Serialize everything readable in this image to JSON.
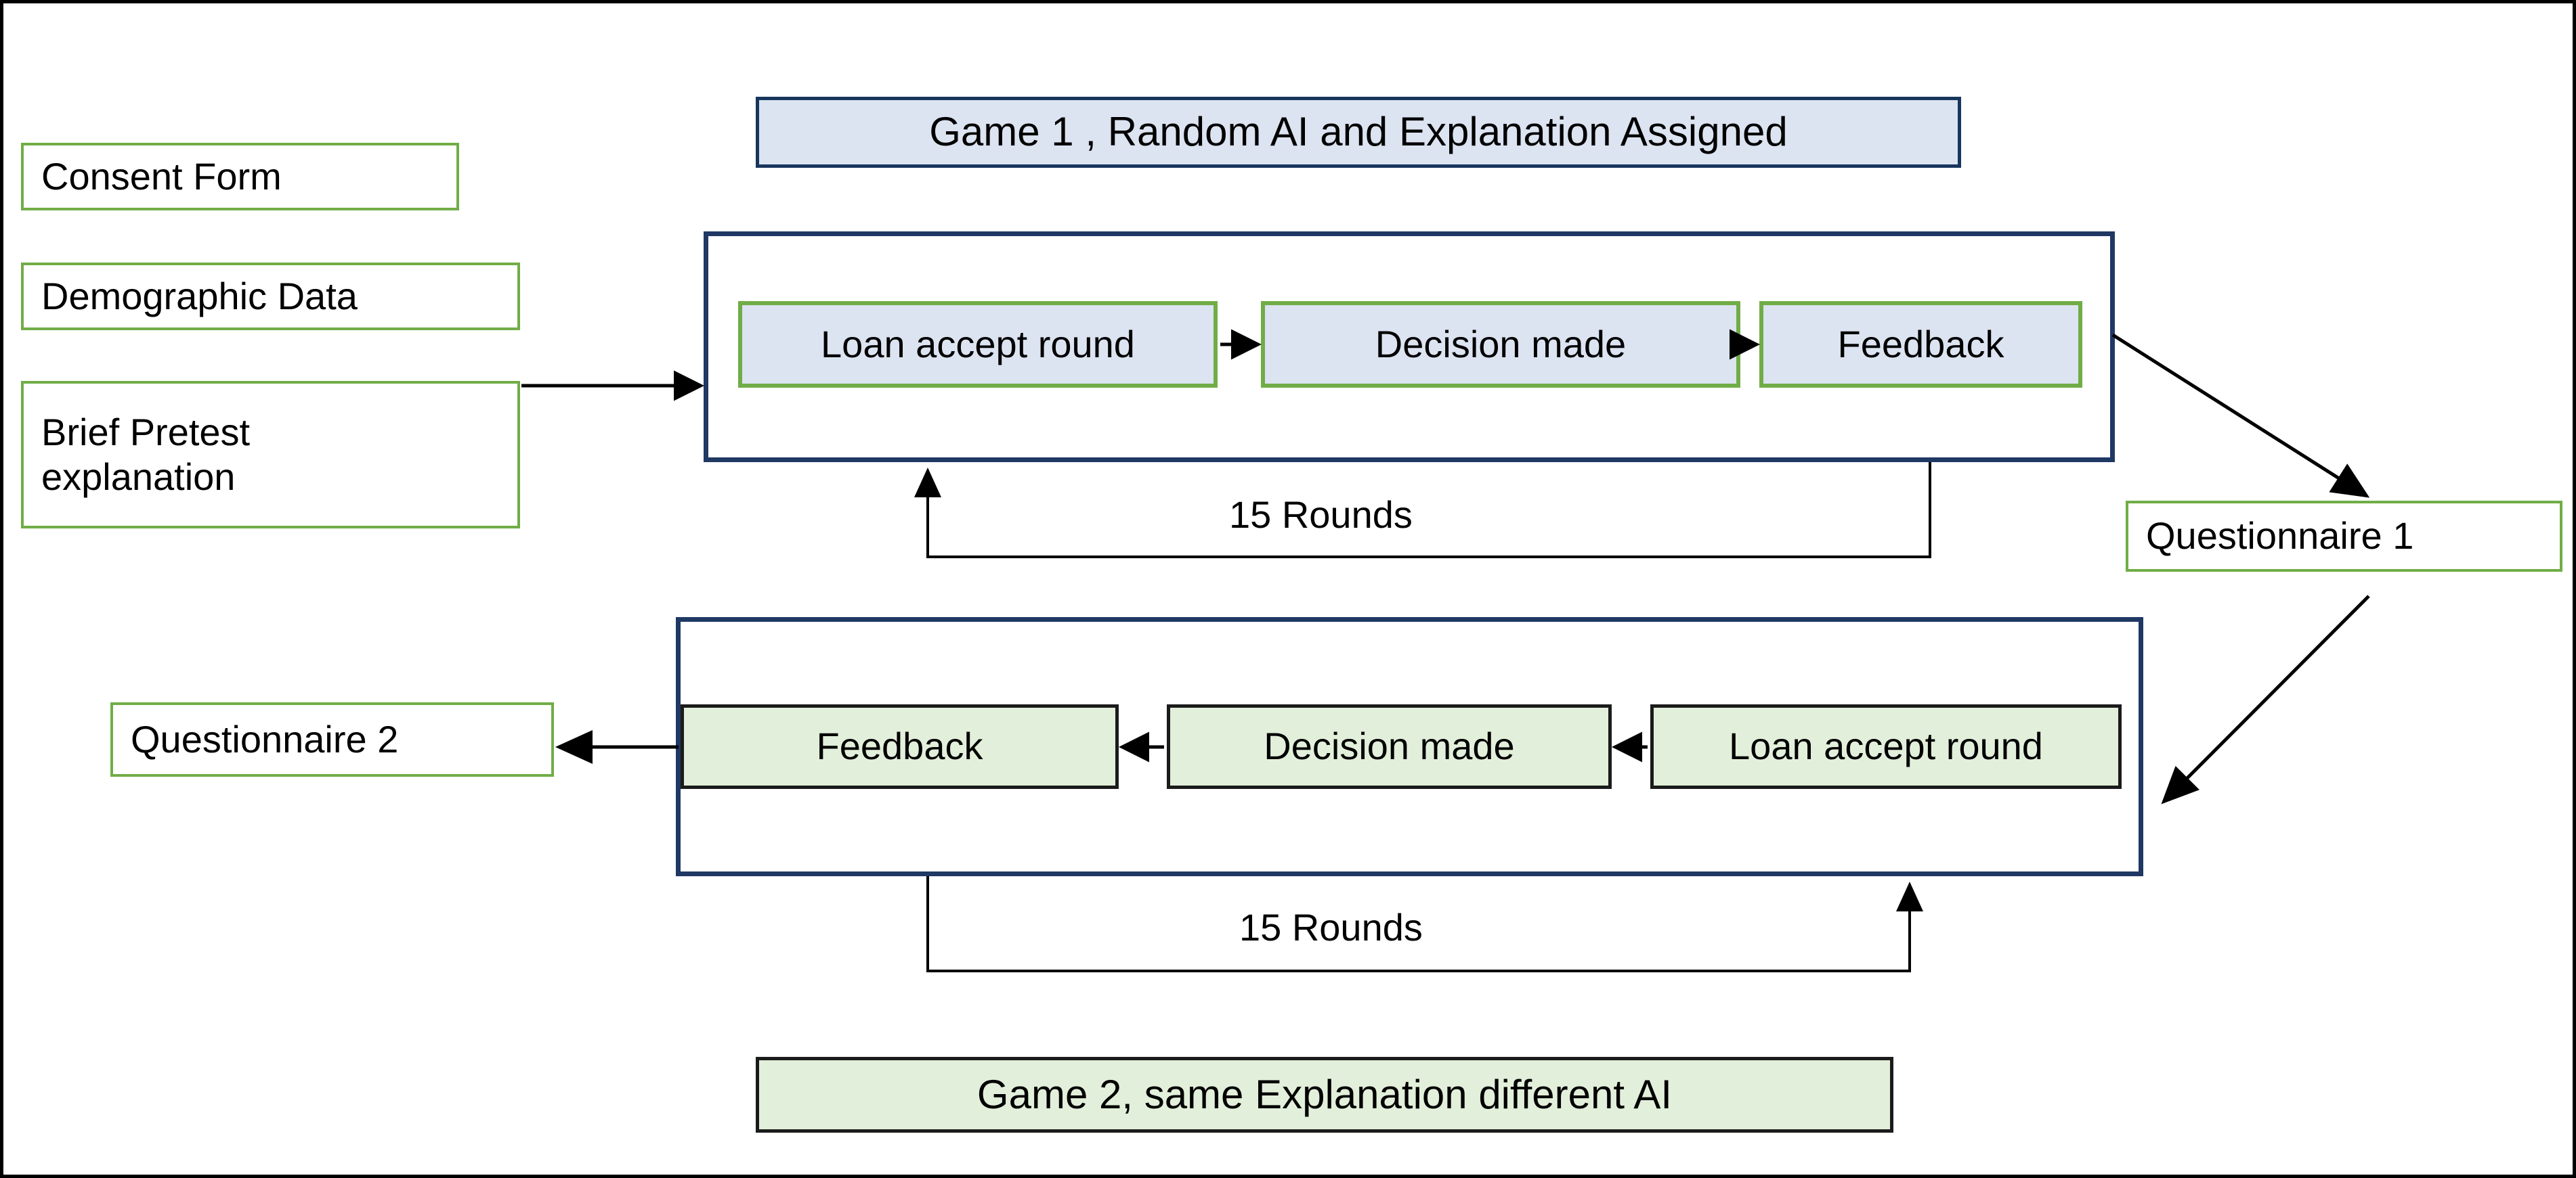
{
  "diagram": {
    "title": "Study procedure flowchart",
    "colors": {
      "green_border": "#70AD47",
      "navy_border": "#1F3864",
      "blue_fill": "#DCE3F1",
      "green_fill": "#E2EFDA",
      "dark_border": "#1B1B1B",
      "page_border": "#000000"
    },
    "intake": {
      "consent": "Consent Form",
      "demographic": "Demographic Data",
      "pretest": "Brief Pretest\nexplanation"
    },
    "game1": {
      "banner": "Game 1 , Random AI and Explanation Assigned",
      "steps": [
        "Loan accept round",
        "Decision made",
        "Feedback"
      ],
      "loop_label": "15 Rounds"
    },
    "game2": {
      "banner": "Game 2, same Explanation different AI",
      "steps": [
        "Feedback",
        "Decision made",
        "Loan accept round"
      ],
      "loop_label": "15 Rounds"
    },
    "questionnaire1": "Questionnaire 1",
    "questionnaire2": "Questionnaire 2"
  }
}
